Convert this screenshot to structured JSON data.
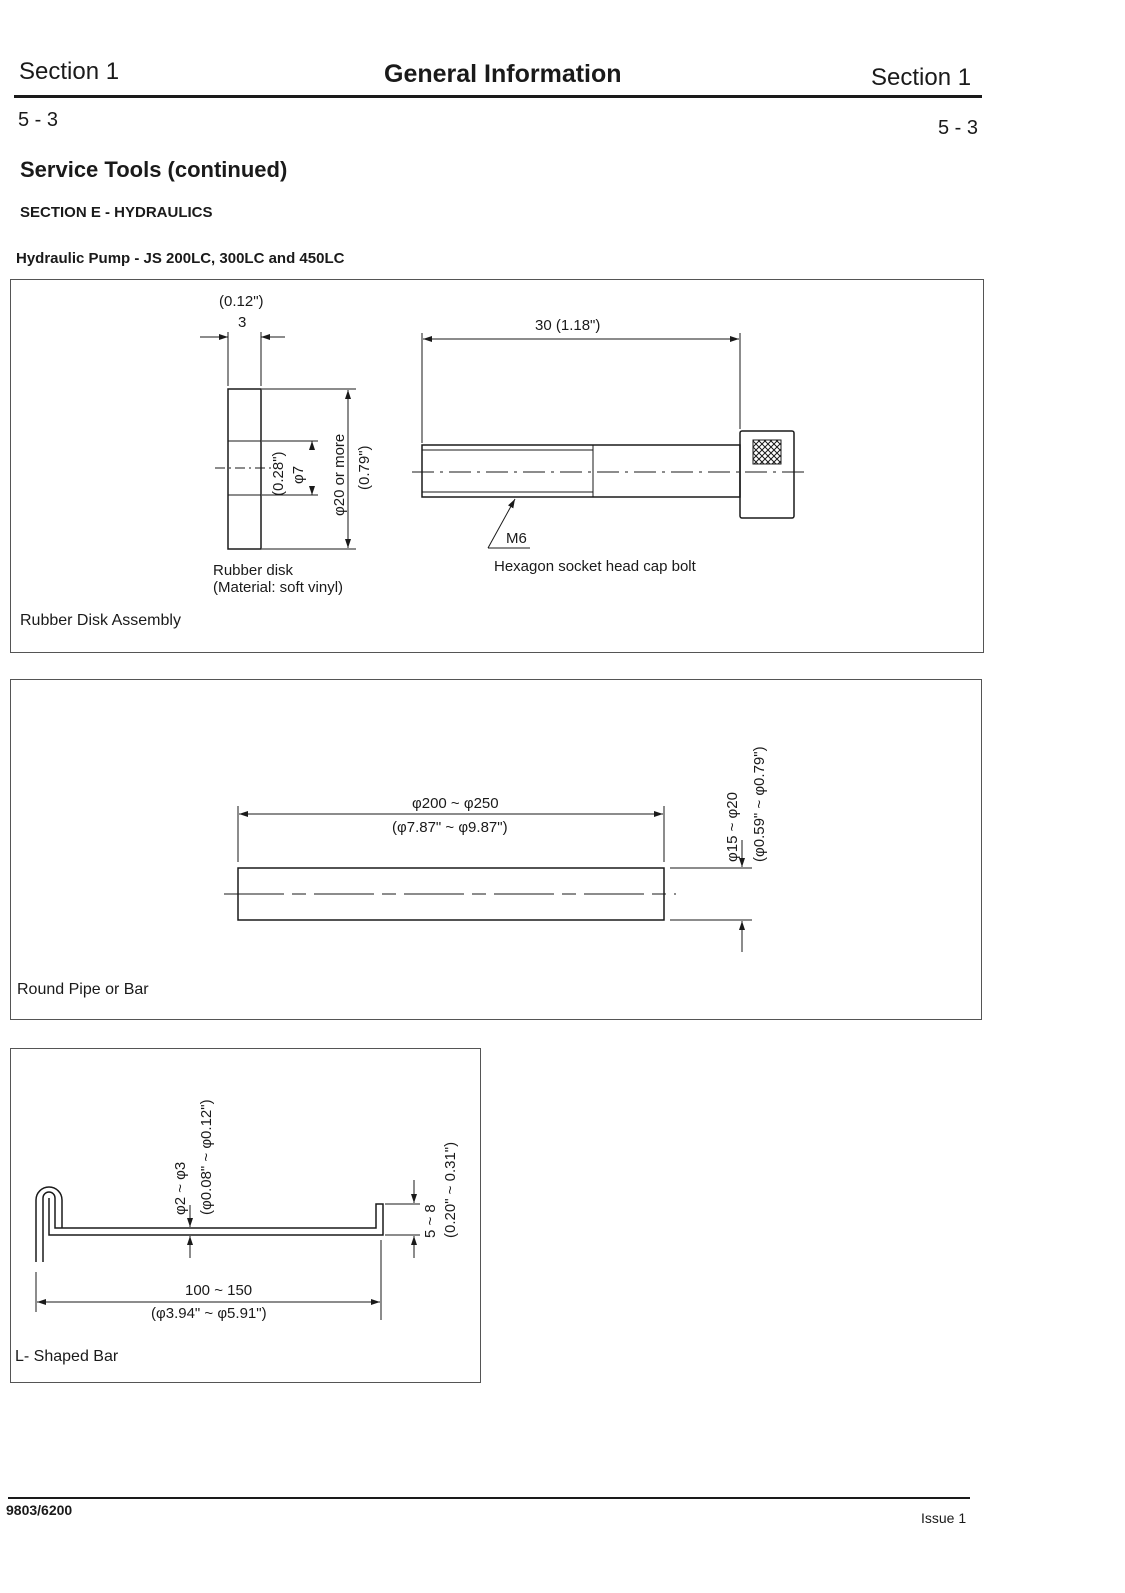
{
  "header": {
    "left": "Section 1",
    "center": "General Information",
    "right": "Section 1",
    "page_left": "5 - 3",
    "page_right": "5 - 3"
  },
  "heading": "Service Tools (continued)",
  "subheading": "SECTION E - HYDRAULICS",
  "pump_title": "Hydraulic Pump - JS 200LC, 300LC and 450LC",
  "figure1": {
    "caption": "Rubber Disk Assembly",
    "disk_thickness_in": "(0.12\")",
    "disk_thickness_mm": "3",
    "hole_in": "(0.28\")",
    "hole_mm": "φ7",
    "disk_diameter_mm": "φ20 or more",
    "disk_diameter_in": "(0.79\")",
    "disk_label_1": "Rubber  disk",
    "disk_label_2": "(Material:  soft  vinyl)",
    "bolt_length": "30  (1.18\")",
    "bolt_thread": "M6",
    "bolt_label": "Hexagon  socket  head  cap  bolt"
  },
  "figure2": {
    "caption": "Round Pipe or Bar",
    "length_mm": "φ200 ~ φ250",
    "length_in": "(φ7.87\" ~ φ9.87\")",
    "dia_mm": "φ15 ~ φ20",
    "dia_in": "(φ0.59\" ~ φ0.79\")"
  },
  "figure3": {
    "caption": "L- Shaped Bar",
    "dia_mm": "φ2 ~ φ3",
    "dia_in": "(φ0.08\" ~ φ0.12\")",
    "leg_mm": "5 ~ 8",
    "leg_in": "(0.20\" ~ 0.31\")",
    "length_mm": "100 ~ 150",
    "length_in": "(φ3.94\" ~ φ5.91\")"
  },
  "footer": {
    "doc_number": "9803/6200",
    "issue": "Issue 1"
  }
}
